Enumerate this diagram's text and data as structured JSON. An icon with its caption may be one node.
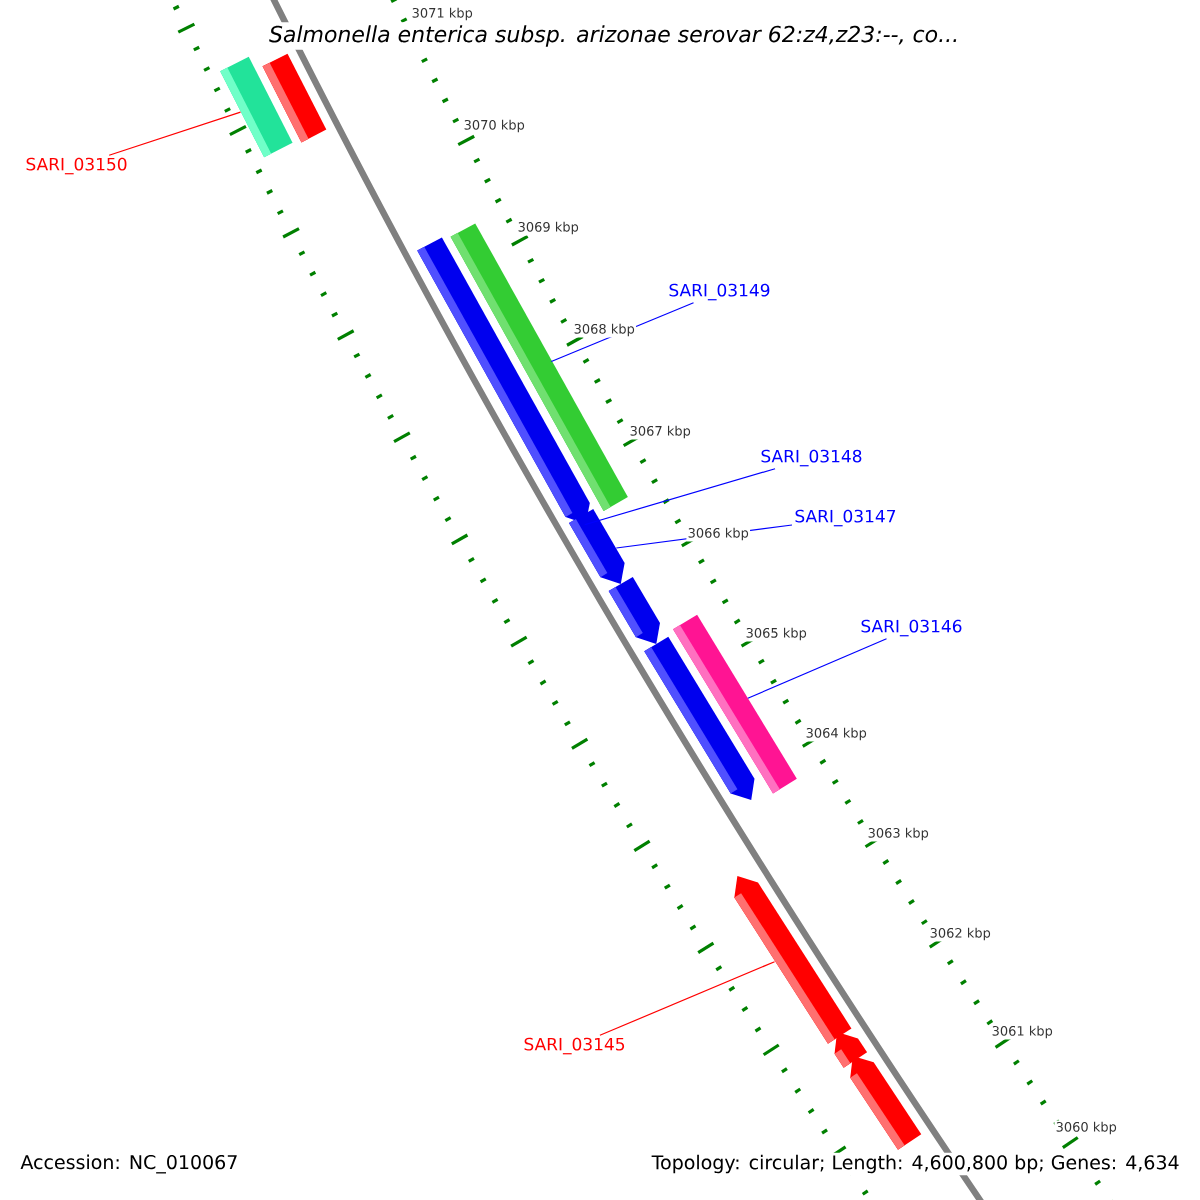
{
  "diagram": {
    "title": "Salmonella enterica subsp. arizonae serovar 62:z4,z23:--, co...",
    "nodes": [
      {
        "text": [],
        "shape": "bar"
      },
      {
        "text": [],
        "shape": "bar"
      },
      {
        "text": [
          "SARI_03150"
        ]
      },
      {
        "text": [],
        "shape": "bar"
      },
      {
        "text": [],
        "shape": "bar"
      },
      {
        "text": [
          "SARI_03149"
        ]
      },
      {
        "text": [
          "SARI_03148"
        ]
      },
      {
        "text": [],
        "shape": "bar"
      },
      {
        "text": [
          "SARI_03147"
        ]
      },
      {
        "text": [],
        "shape": "bar"
      },
      {
        "text": [],
        "shape": "bar"
      },
      {
        "text": [
          "SARI_03146"
        ]
      },
      {
        "text": [],
        "shape": "bar"
      },
      {
        "text": [],
        "shape": "bar"
      },
      {
        "text": [
          "SARI_03145"
        ]
      },
      {
        "text": [],
        "shape": "bar"
      },
      {
        "text": [],
        "shape": "bar"
      }
    ],
    "edges": [
      {
        "from": 2,
        "to": 1,
        "arrow": "none",
        "color": "#ff0000"
      },
      {
        "from": 5,
        "to": 3,
        "arrow": "none"
      },
      {
        "from": 6,
        "to": 4,
        "arrow": "none"
      },
      {
        "from": 8,
        "to": 7,
        "arrow": "none"
      },
      {
        "from": 11,
        "to": 10,
        "arrow": "none"
      },
      {
        "from": 14,
        "to": 13,
        "arrow": "none",
        "color": "#ff0000"
      }
    ],
    "labels": [
      "3071 kbp",
      "3070 kbp",
      "3069 kbp",
      "3068 kbp",
      "3067 kbp",
      "3066 kbp",
      "3065 kbp",
      "3064 kbp",
      "3063 kbp",
      "3062 kbp",
      "3061 kbp",
      "3060 kbp",
      "Accession: NC_010067",
      "Topology: circular; Length: 4,600,800 bp; Genes: 4,634"
    ]
  }
}
